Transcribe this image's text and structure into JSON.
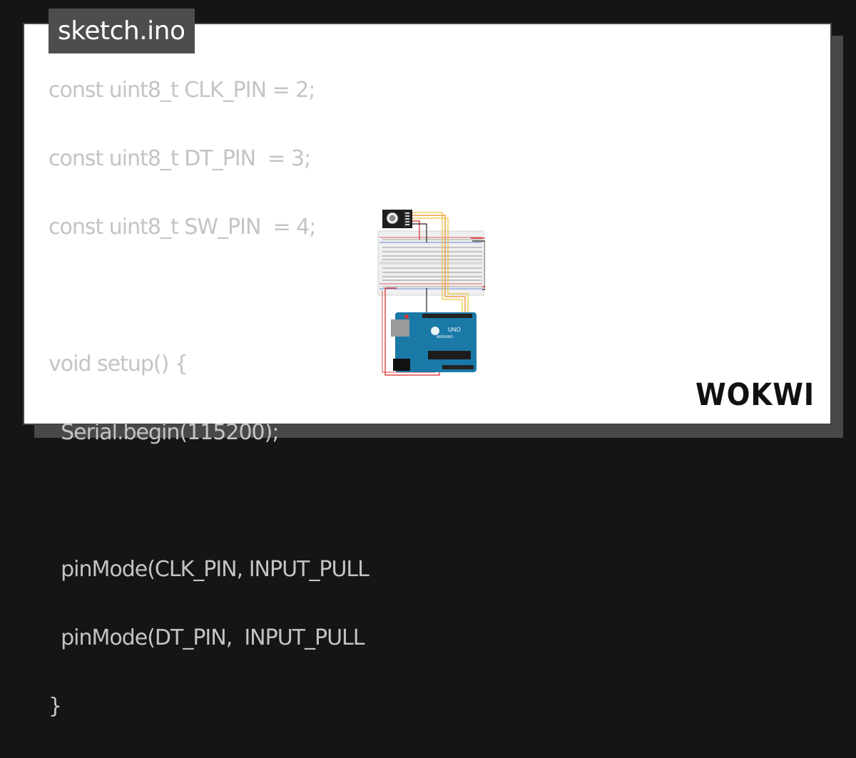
{
  "file_tab": {
    "name": "sketch.ino"
  },
  "code_lines": [
    "const uint8_t CLK_PIN = 2;",
    "const uint8_t DT_PIN  = 3;",
    "const uint8_t SW_PIN  = 4;",
    "",
    "void setup() {",
    "  Serial.begin(115200);",
    "",
    "  pinMode(CLK_PIN, INPUT_PULL",
    "  pinMode(DT_PIN,  INPUT_PULL",
    "}"
  ],
  "board": {
    "model_label": "UNO",
    "brand_label": "ARDUINO"
  },
  "brand": {
    "logo_text": "WOKWI"
  },
  "colors": {
    "background": "#151515",
    "card": "#ffffff",
    "card_shadow": "#484848",
    "tab": "#4d4d4d",
    "code_text": "#c4c4c4",
    "arduino_blue": "#1b79a8",
    "wire_red": "#d22",
    "wire_yellow": "#e9c23b",
    "wire_orange": "#f08a1c"
  }
}
